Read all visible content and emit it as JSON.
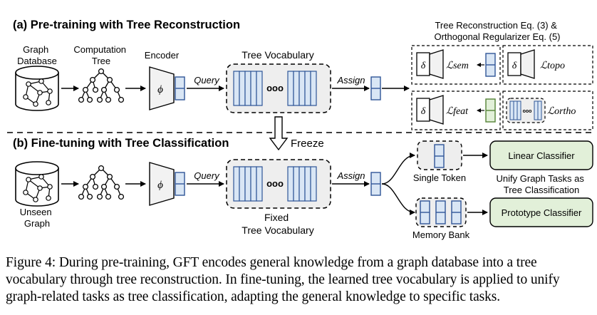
{
  "section_a_title": "(a) Pre-training with Tree Reconstruction",
  "section_b_title": "(b) Fine-tuning with Tree Classification",
  "graph_database_label": [
    "Graph",
    "Database"
  ],
  "computation_tree_label": [
    "Computation",
    "Tree"
  ],
  "encoder_label": "Encoder",
  "encoder_symbol": "ϕ",
  "decoder_symbol": "δ",
  "tree_vocabulary_label": "Tree Vocabulary",
  "query_label": "Query",
  "assign_label": "Assign",
  "ellipsis": "ooo",
  "reconstruction_header": [
    "Tree Reconstruction Eq. (3) &",
    "Orthogonal Regularizer Eq. (5)"
  ],
  "loss_sem": "ℒsem",
  "loss_topo": "ℒtopo",
  "loss_feat": "ℒfeat",
  "loss_ortho": "ℒortho",
  "freeze_label": "Freeze",
  "unseen_graph_label": [
    "Unseen",
    "Graph"
  ],
  "fixed_vocab_label": [
    "Fixed",
    "Tree Vocabulary"
  ],
  "single_token_label": "Single Token",
  "memory_bank_label": "Memory Bank",
  "linear_classifier_label": "Linear Classifier",
  "prototype_classifier_label": "Prototype Classifier",
  "unify_label": [
    "Unify Graph Tasks as",
    "Tree Classification"
  ],
  "caption": "Figure 4: During pre-training, GFT encodes general knowledge from a graph database into a tree vocabulary through tree reconstruction. In fine-tuning, the learned tree vocabulary is applied to unify graph-related tasks as tree classification, adapting the general knowledge to specific tasks.",
  "colors": {
    "token_fill": "#d9e6f5",
    "token_stroke": "#2f5597",
    "classifier_fill": "#e2f0d9",
    "classifier_stroke": "#548235",
    "feat_token_fill": "#e2f0d9",
    "vocab_bg": "#eeeeee"
  }
}
